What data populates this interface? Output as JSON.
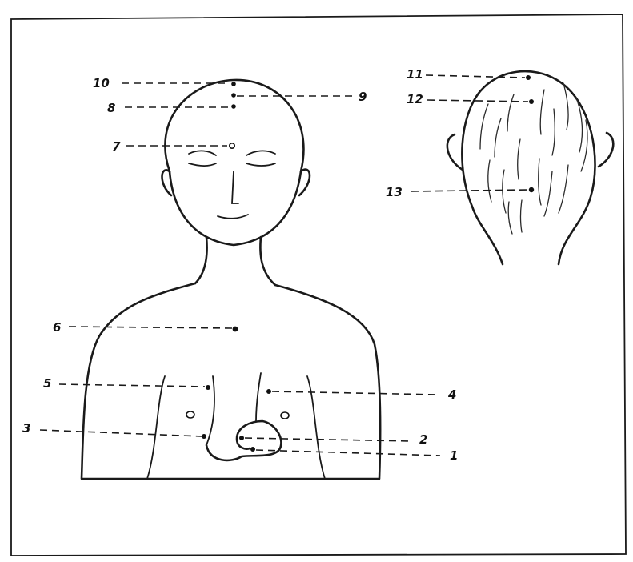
{
  "colors": {
    "ink": "#1a1a1a",
    "paper": "#ffffff"
  },
  "points": [
    {
      "id": "1",
      "label": "1"
    },
    {
      "id": "2",
      "label": "2"
    },
    {
      "id": "3",
      "label": "3"
    },
    {
      "id": "4",
      "label": "4"
    },
    {
      "id": "5",
      "label": "5"
    },
    {
      "id": "6",
      "label": "6"
    },
    {
      "id": "7",
      "label": "7"
    },
    {
      "id": "8",
      "label": "8"
    },
    {
      "id": "9",
      "label": "9"
    },
    {
      "id": "10",
      "label": "10"
    },
    {
      "id": "11",
      "label": "11"
    },
    {
      "id": "12",
      "label": "12"
    },
    {
      "id": "13",
      "label": "13"
    }
  ]
}
